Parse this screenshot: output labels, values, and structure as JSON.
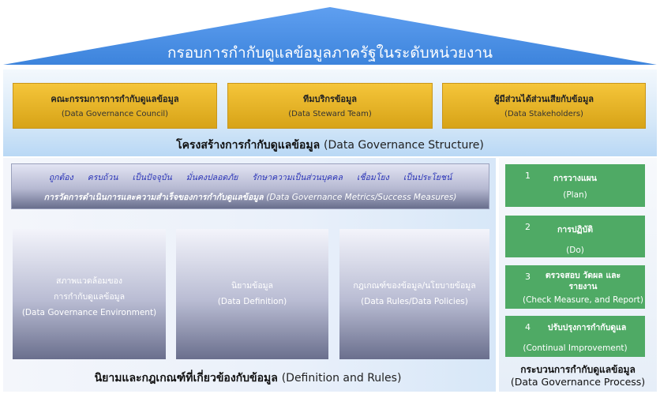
{
  "framework_title": "กรอบการกำกับดูแลข้อมูลภาครัฐในระดับหน่วยงาน",
  "structure": {
    "boxes": [
      {
        "th": "คณะกรรมการการกำกับดูแลข้อมูล",
        "en": "(Data Governance Council)"
      },
      {
        "th": "ทีมบริกรข้อมูล",
        "en": "(Data Steward Team)"
      },
      {
        "th": "ผู้มีส่วนได้ส่วนเสียกับข้อมูล",
        "en": "(Data Stakeholders)"
      }
    ],
    "label_th": "โครงสร้างการกำกับดูแลข้อมูล",
    "label_en": "(Data Governance Structure)"
  },
  "metrics": {
    "qualities": [
      "ถูกต้อง",
      "ครบถ้วน",
      "เป็นปัจจุบัน",
      "มั่นคงปลอดภัย",
      "รักษาความเป็นส่วนบุคคล",
      "เชื่อมโยง",
      "เป็นประโยชน์"
    ],
    "title_th": "การวัดการดำเนินการและความสำเร็จของการกำกับดูแลข้อมูล",
    "title_en": "(Data Governance Metrics/Success Measures)"
  },
  "pillars": [
    {
      "th1": "สภาพแวดล้อมของ",
      "th2": "การกำกับดูแลข้อมูล",
      "en": "(Data Governance Environment)"
    },
    {
      "th1": "นิยามข้อมูล",
      "th2": "",
      "en": "(Data Definition)"
    },
    {
      "th1": "กฎเกณฑ์ของข้อมูล/นโยบายข้อมูล",
      "th2": "",
      "en": "(Data Rules/Data Policies)"
    }
  ],
  "definitions": {
    "label_th": "นิยามและกฎเกณฑ์ที่เกี่ยวข้องกับข้อมูล",
    "label_en": "(Definition and Rules)"
  },
  "process": {
    "steps": [
      {
        "num": "1",
        "th": "การวางแผน",
        "en": "(Plan)"
      },
      {
        "num": "2",
        "th": "การปฏิบัติ",
        "en": "(Do)"
      },
      {
        "num": "3",
        "th": "ตรวจสอบ วัดผล และรายงาน",
        "en": "(Check Measure, and Report)"
      },
      {
        "num": "4",
        "th": "ปรับปรุงการกำกับดูแล",
        "en": "(Continual Improvement)"
      }
    ],
    "label_th": "กระบวนการกำกับดูแลข้อมูล",
    "label_en": "(Data Governance Process)"
  },
  "colors": {
    "roof": "#4a8fe0",
    "gold": "#e8b52a",
    "green": "#4faa65",
    "slate": "#6a6f8d"
  }
}
